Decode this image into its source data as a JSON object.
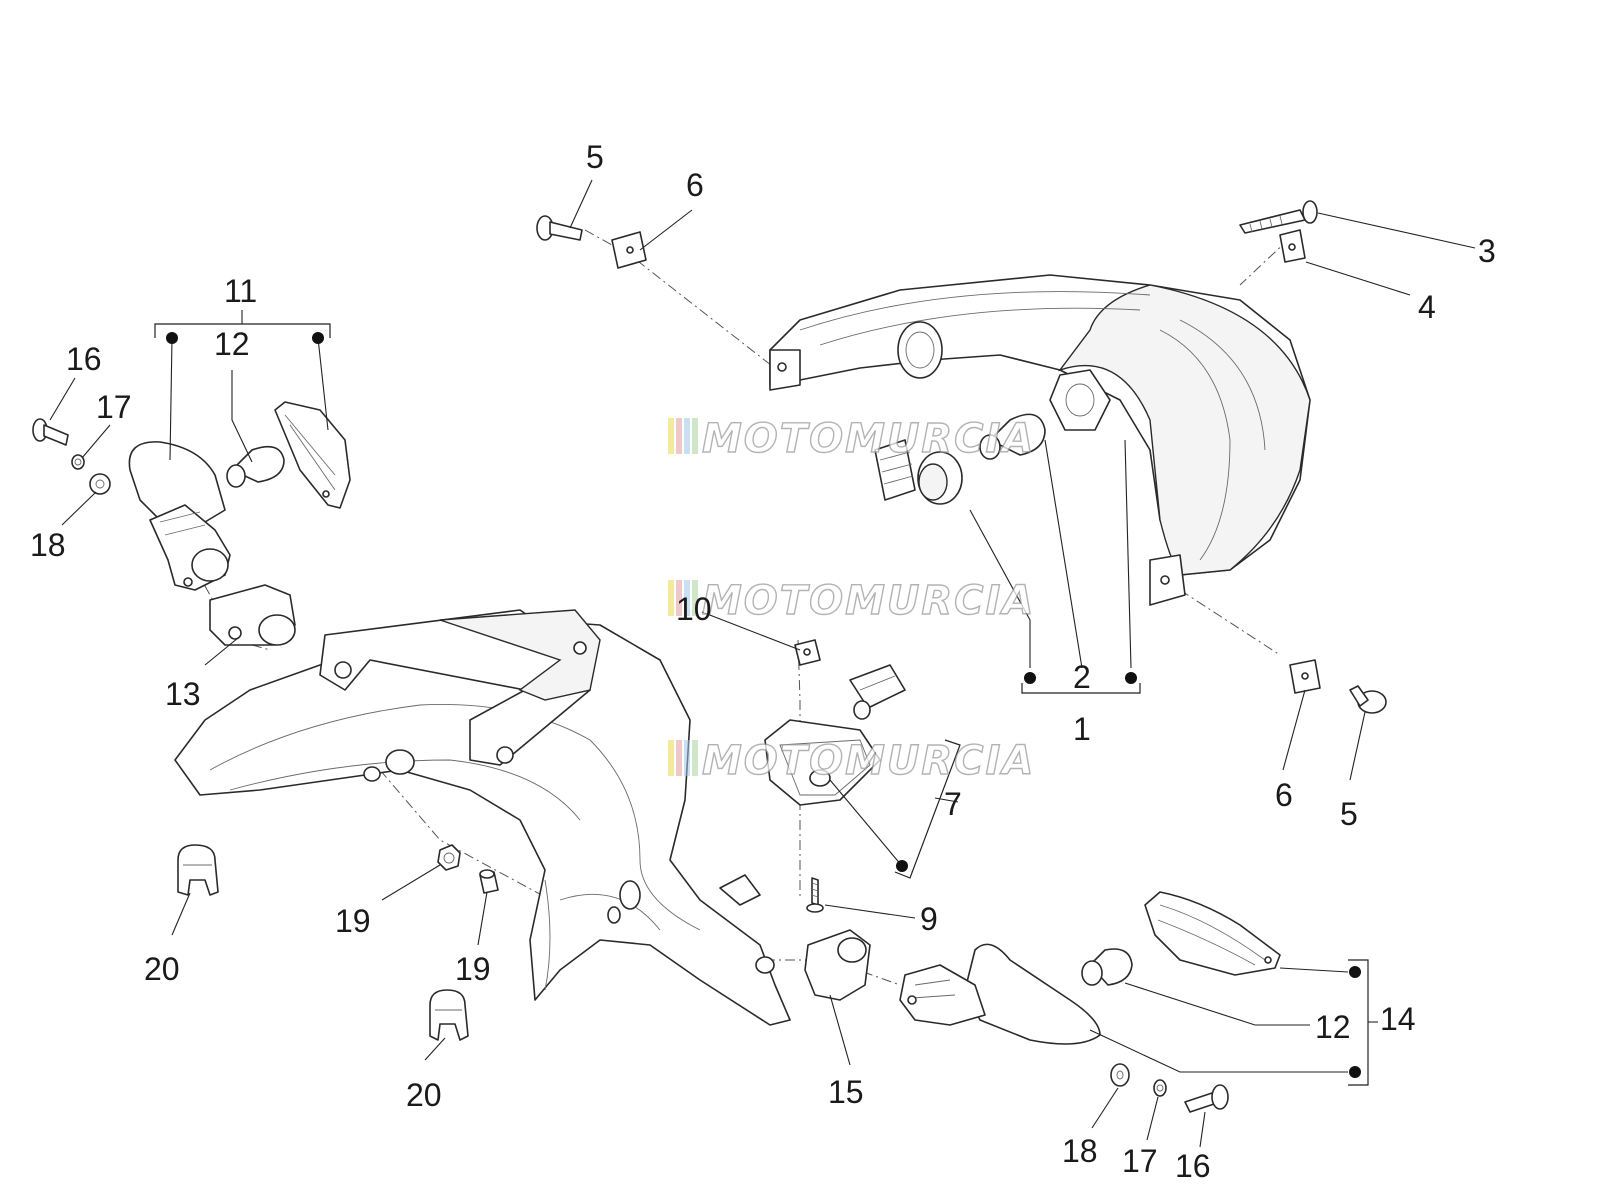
{
  "watermark": {
    "text": "MOTOMURCIA",
    "stripe_colors": [
      "#e8d84a",
      "#e59a9a",
      "#9fc7e8",
      "#a8d49a"
    ]
  },
  "callouts": [
    {
      "id": "c1",
      "text": "1"
    },
    {
      "id": "c2",
      "text": "2"
    },
    {
      "id": "c3",
      "text": "3"
    },
    {
      "id": "c4",
      "text": "4"
    },
    {
      "id": "c5a",
      "text": "5"
    },
    {
      "id": "c5b",
      "text": "5"
    },
    {
      "id": "c6a",
      "text": "6"
    },
    {
      "id": "c6b",
      "text": "6"
    },
    {
      "id": "c7",
      "text": "7"
    },
    {
      "id": "c9",
      "text": "9"
    },
    {
      "id": "c10",
      "text": "10"
    },
    {
      "id": "c11",
      "text": "11"
    },
    {
      "id": "c12a",
      "text": "12"
    },
    {
      "id": "c12b",
      "text": "12"
    },
    {
      "id": "c13",
      "text": "13"
    },
    {
      "id": "c14",
      "text": "14"
    },
    {
      "id": "c15",
      "text": "15"
    },
    {
      "id": "c16a",
      "text": "16"
    },
    {
      "id": "c16b",
      "text": "16"
    },
    {
      "id": "c17a",
      "text": "17"
    },
    {
      "id": "c17b",
      "text": "17"
    },
    {
      "id": "c18a",
      "text": "18"
    },
    {
      "id": "c18b",
      "text": "18"
    },
    {
      "id": "c19a",
      "text": "19"
    },
    {
      "id": "c19b",
      "text": "19"
    },
    {
      "id": "c20a",
      "text": "20"
    },
    {
      "id": "c20b",
      "text": "20"
    }
  ]
}
